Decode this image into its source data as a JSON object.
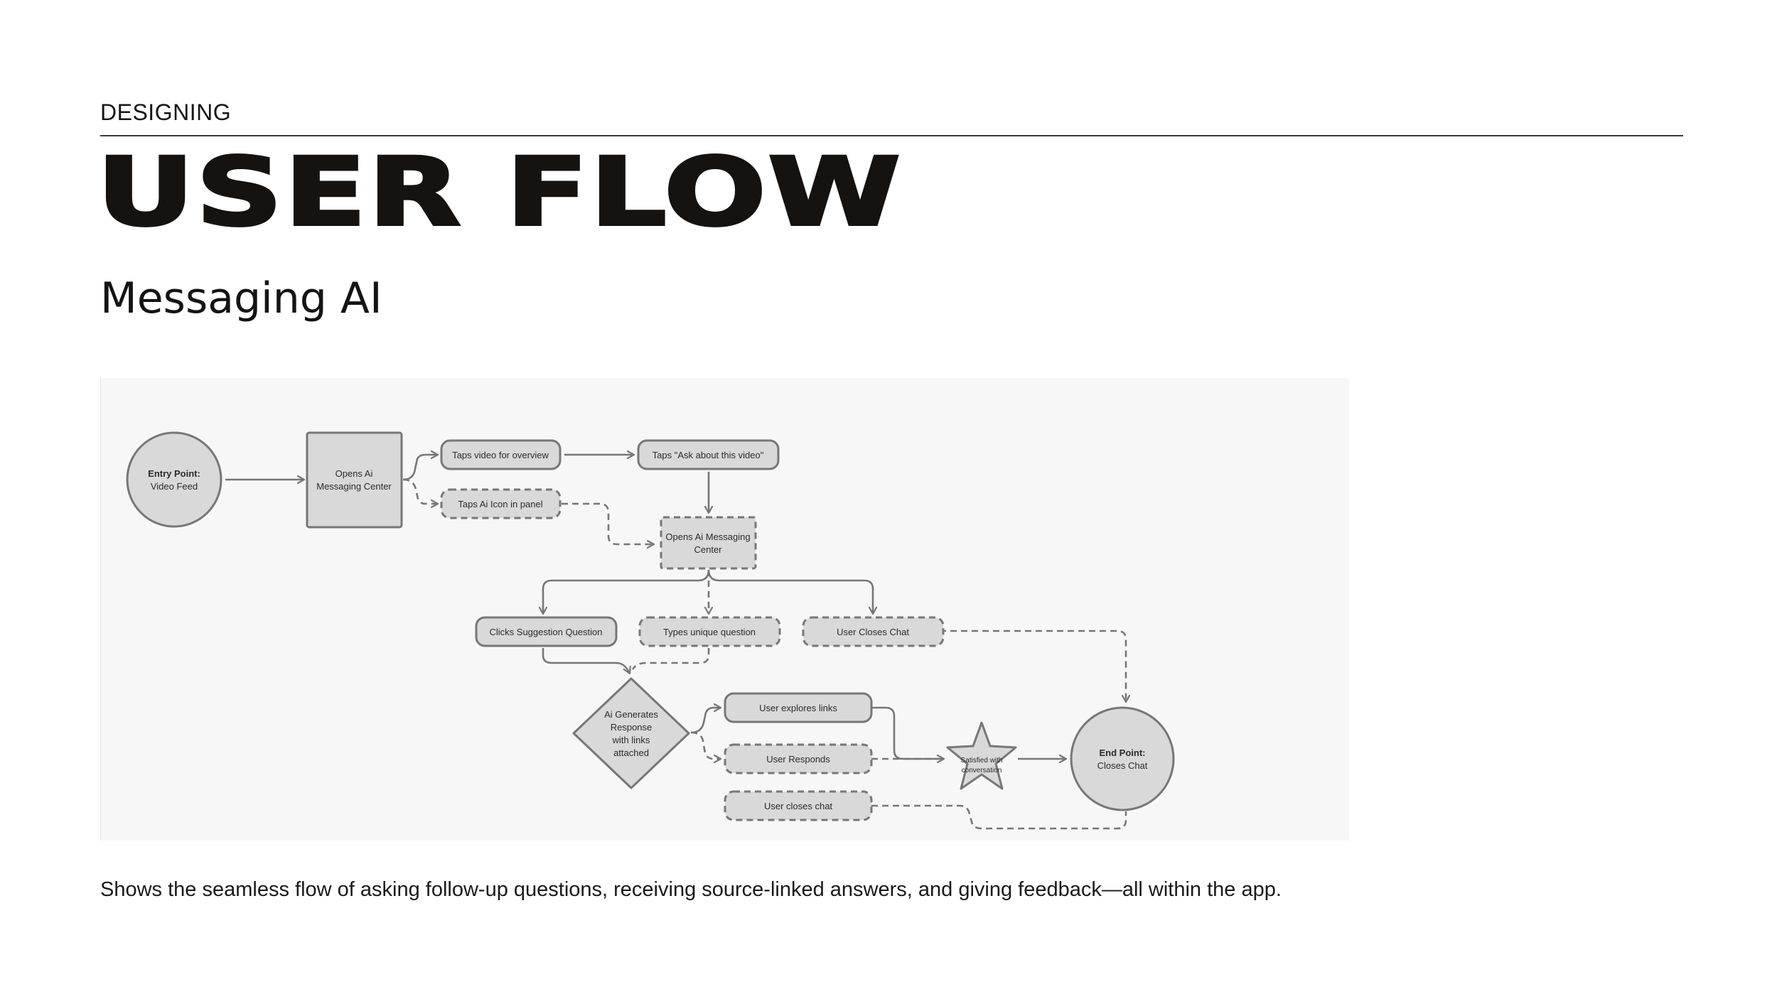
{
  "header": {
    "eyebrow": "DESIGNING",
    "title": "USER FLOW",
    "subtitle": "Messaging AI"
  },
  "diagram": {
    "nodes": {
      "entry_line1": "Entry Point:",
      "entry_line2": "Video Feed",
      "opens_ai_1_line1": "Opens Ai",
      "opens_ai_1_line2": "Messaging Center",
      "taps_video": "Taps video for overview",
      "taps_ask": "Taps \"Ask about this video\"",
      "taps_ai_icon": "Taps Ai Icon in  panel",
      "opens_ai_2_line1": "Opens Ai Messaging",
      "opens_ai_2_line2": "Center",
      "clicks_suggestion": "Clicks Suggestion Question",
      "types_unique": "Types unique question",
      "user_closes_chat_1": "User Closes Chat",
      "ai_gen_line1": "Ai Generates",
      "ai_gen_line2": "Response",
      "ai_gen_line3": "with links",
      "ai_gen_line4": "attached",
      "user_explores": "User explores links",
      "user_responds": "User Responds",
      "user_closes_chat_2": "User closes chat",
      "satisfied_line1": "Satisfied with",
      "satisfied_line2": "conversation",
      "end_line1": "End Point:",
      "end_line2": "Closes Chat"
    },
    "colors": {
      "node_fill": "#d9d9d9",
      "stroke": "#777777",
      "background": "#f7f7f7"
    }
  },
  "caption": "Shows the seamless flow of asking follow-up questions, receiving source-linked answers, and giving feedback—all within the app."
}
